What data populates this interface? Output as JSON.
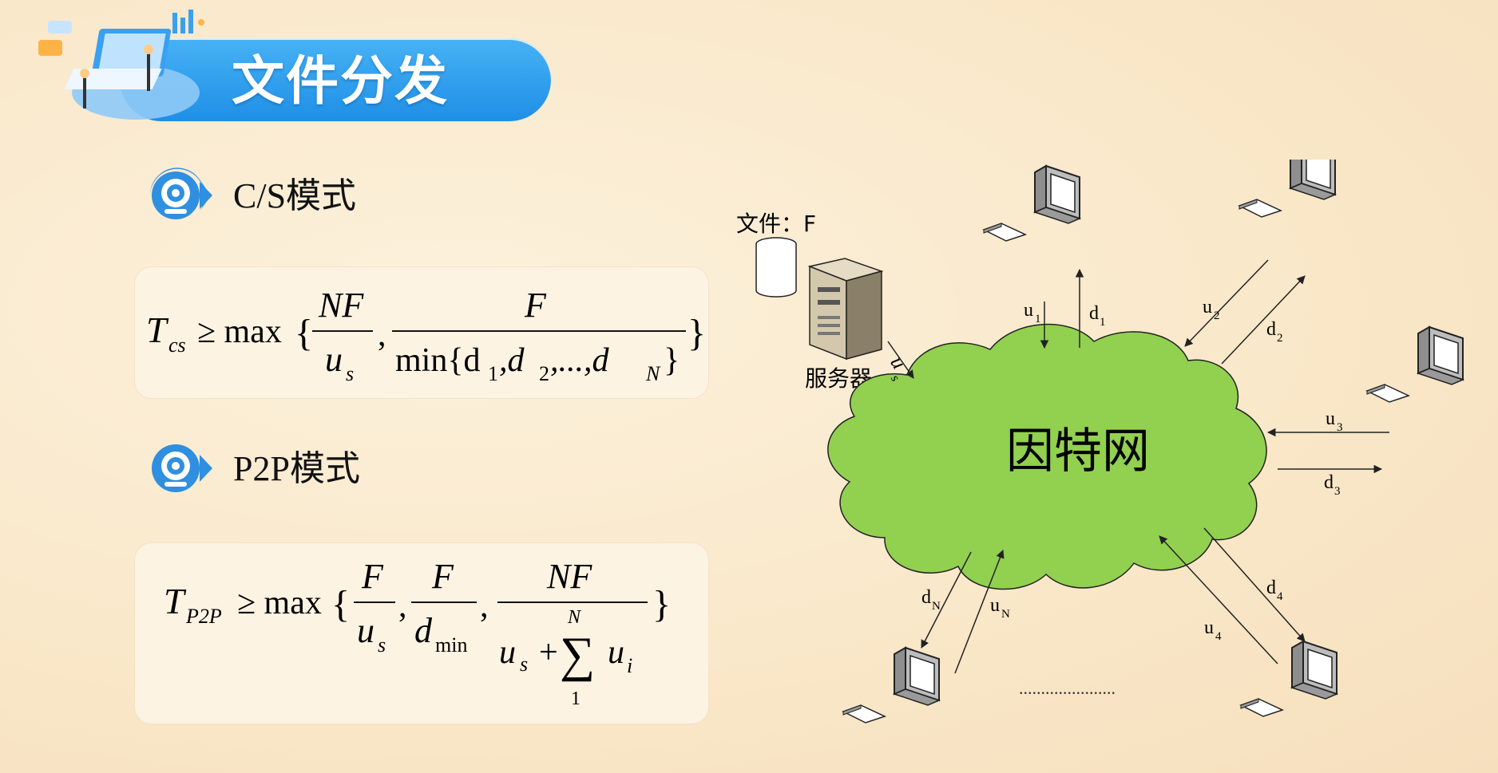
{
  "title": "文件分发",
  "cs_mode": {
    "label": "C/S模式"
  },
  "p2p_mode": {
    "label": "P2P模式"
  },
  "formula_cs": {
    "lhs": "T",
    "lhs_sub": "cs",
    "op": "≥ max",
    "frac1_num": "NF",
    "frac1_den": "u",
    "frac1_den_sub": "s",
    "frac2_num": "F",
    "frac2_den": "min{d",
    "d1_sub": "1",
    "d2": ",d",
    "d2_sub": "2",
    "dots": ",...,d",
    "dN_sub": "N",
    "close_inner": "}",
    "brace_open": "{",
    "brace_close": "}",
    "comma": ","
  },
  "formula_p2p": {
    "lhs": "T",
    "lhs_sub": "P2P",
    "op": "≥ max",
    "frac1_num": "F",
    "frac1_den": "u",
    "frac1_den_sub": "s",
    "frac2_num": "F",
    "frac2_den": "d",
    "frac2_den_sub": "min",
    "frac3_num": "NF",
    "frac3_den_a": "u",
    "frac3_den_a_sub": "s",
    "plus": "+",
    "sigma": "∑",
    "sum_top": "N",
    "sum_bottom": "1",
    "frac3_den_b": "u",
    "frac3_den_b_sub": "i",
    "brace_open": "{",
    "brace_close": "}",
    "comma": ","
  },
  "network": {
    "file_label": "文件：F",
    "server_label": "服务器",
    "cloud_label": "因特网",
    "server_link": {
      "u": "u",
      "u_sub": "s"
    },
    "peer1": {
      "u": "u",
      "u_sub": "1",
      "d": "d",
      "d_sub": "1"
    },
    "peer2": {
      "u": "u",
      "u_sub": "2",
      "d": "d",
      "d_sub": "2"
    },
    "peer3": {
      "u": "u",
      "u_sub": "3",
      "d": "d",
      "d_sub": "3"
    },
    "peer4": {
      "u": "u",
      "u_sub": "4",
      "d": "d",
      "d_sub": "4"
    },
    "peerN": {
      "u": "u",
      "u_sub": "N",
      "d": "d",
      "d_sub": "N"
    },
    "ellipsis": "......................"
  },
  "colors": {
    "banner": "#2395ea",
    "cloud": "#92d050",
    "icon": "#2f8fe0"
  }
}
